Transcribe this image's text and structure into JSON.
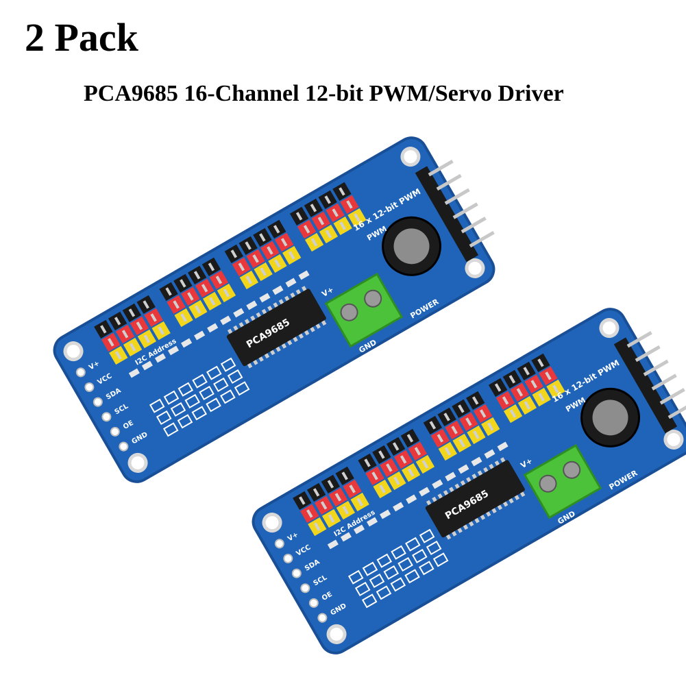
{
  "header": {
    "title": "2 Pack",
    "subtitle": "PCA9685 16-Channel 12-bit PWM/Servo Driver"
  },
  "board": {
    "chip_label": "PCA9685",
    "channels_label": "16 x 12-bit PWM",
    "pwm_label": "PWM",
    "power_label": "POWER",
    "v_plus_label": "V+",
    "gnd_label": "GND",
    "address_label": "I2C Address",
    "pins": [
      "V+",
      "VCC",
      "SDA",
      "SCL",
      "OE",
      "GND"
    ],
    "colors": {
      "pcb": "#1f64b8",
      "pcb_edge": "#184f96",
      "terminal": "#4cc23a",
      "header_black": "#1a1a1a",
      "header_red": "#e8383b",
      "header_yellow": "#f2d61c",
      "capacitor": "#1b1b1b"
    }
  }
}
